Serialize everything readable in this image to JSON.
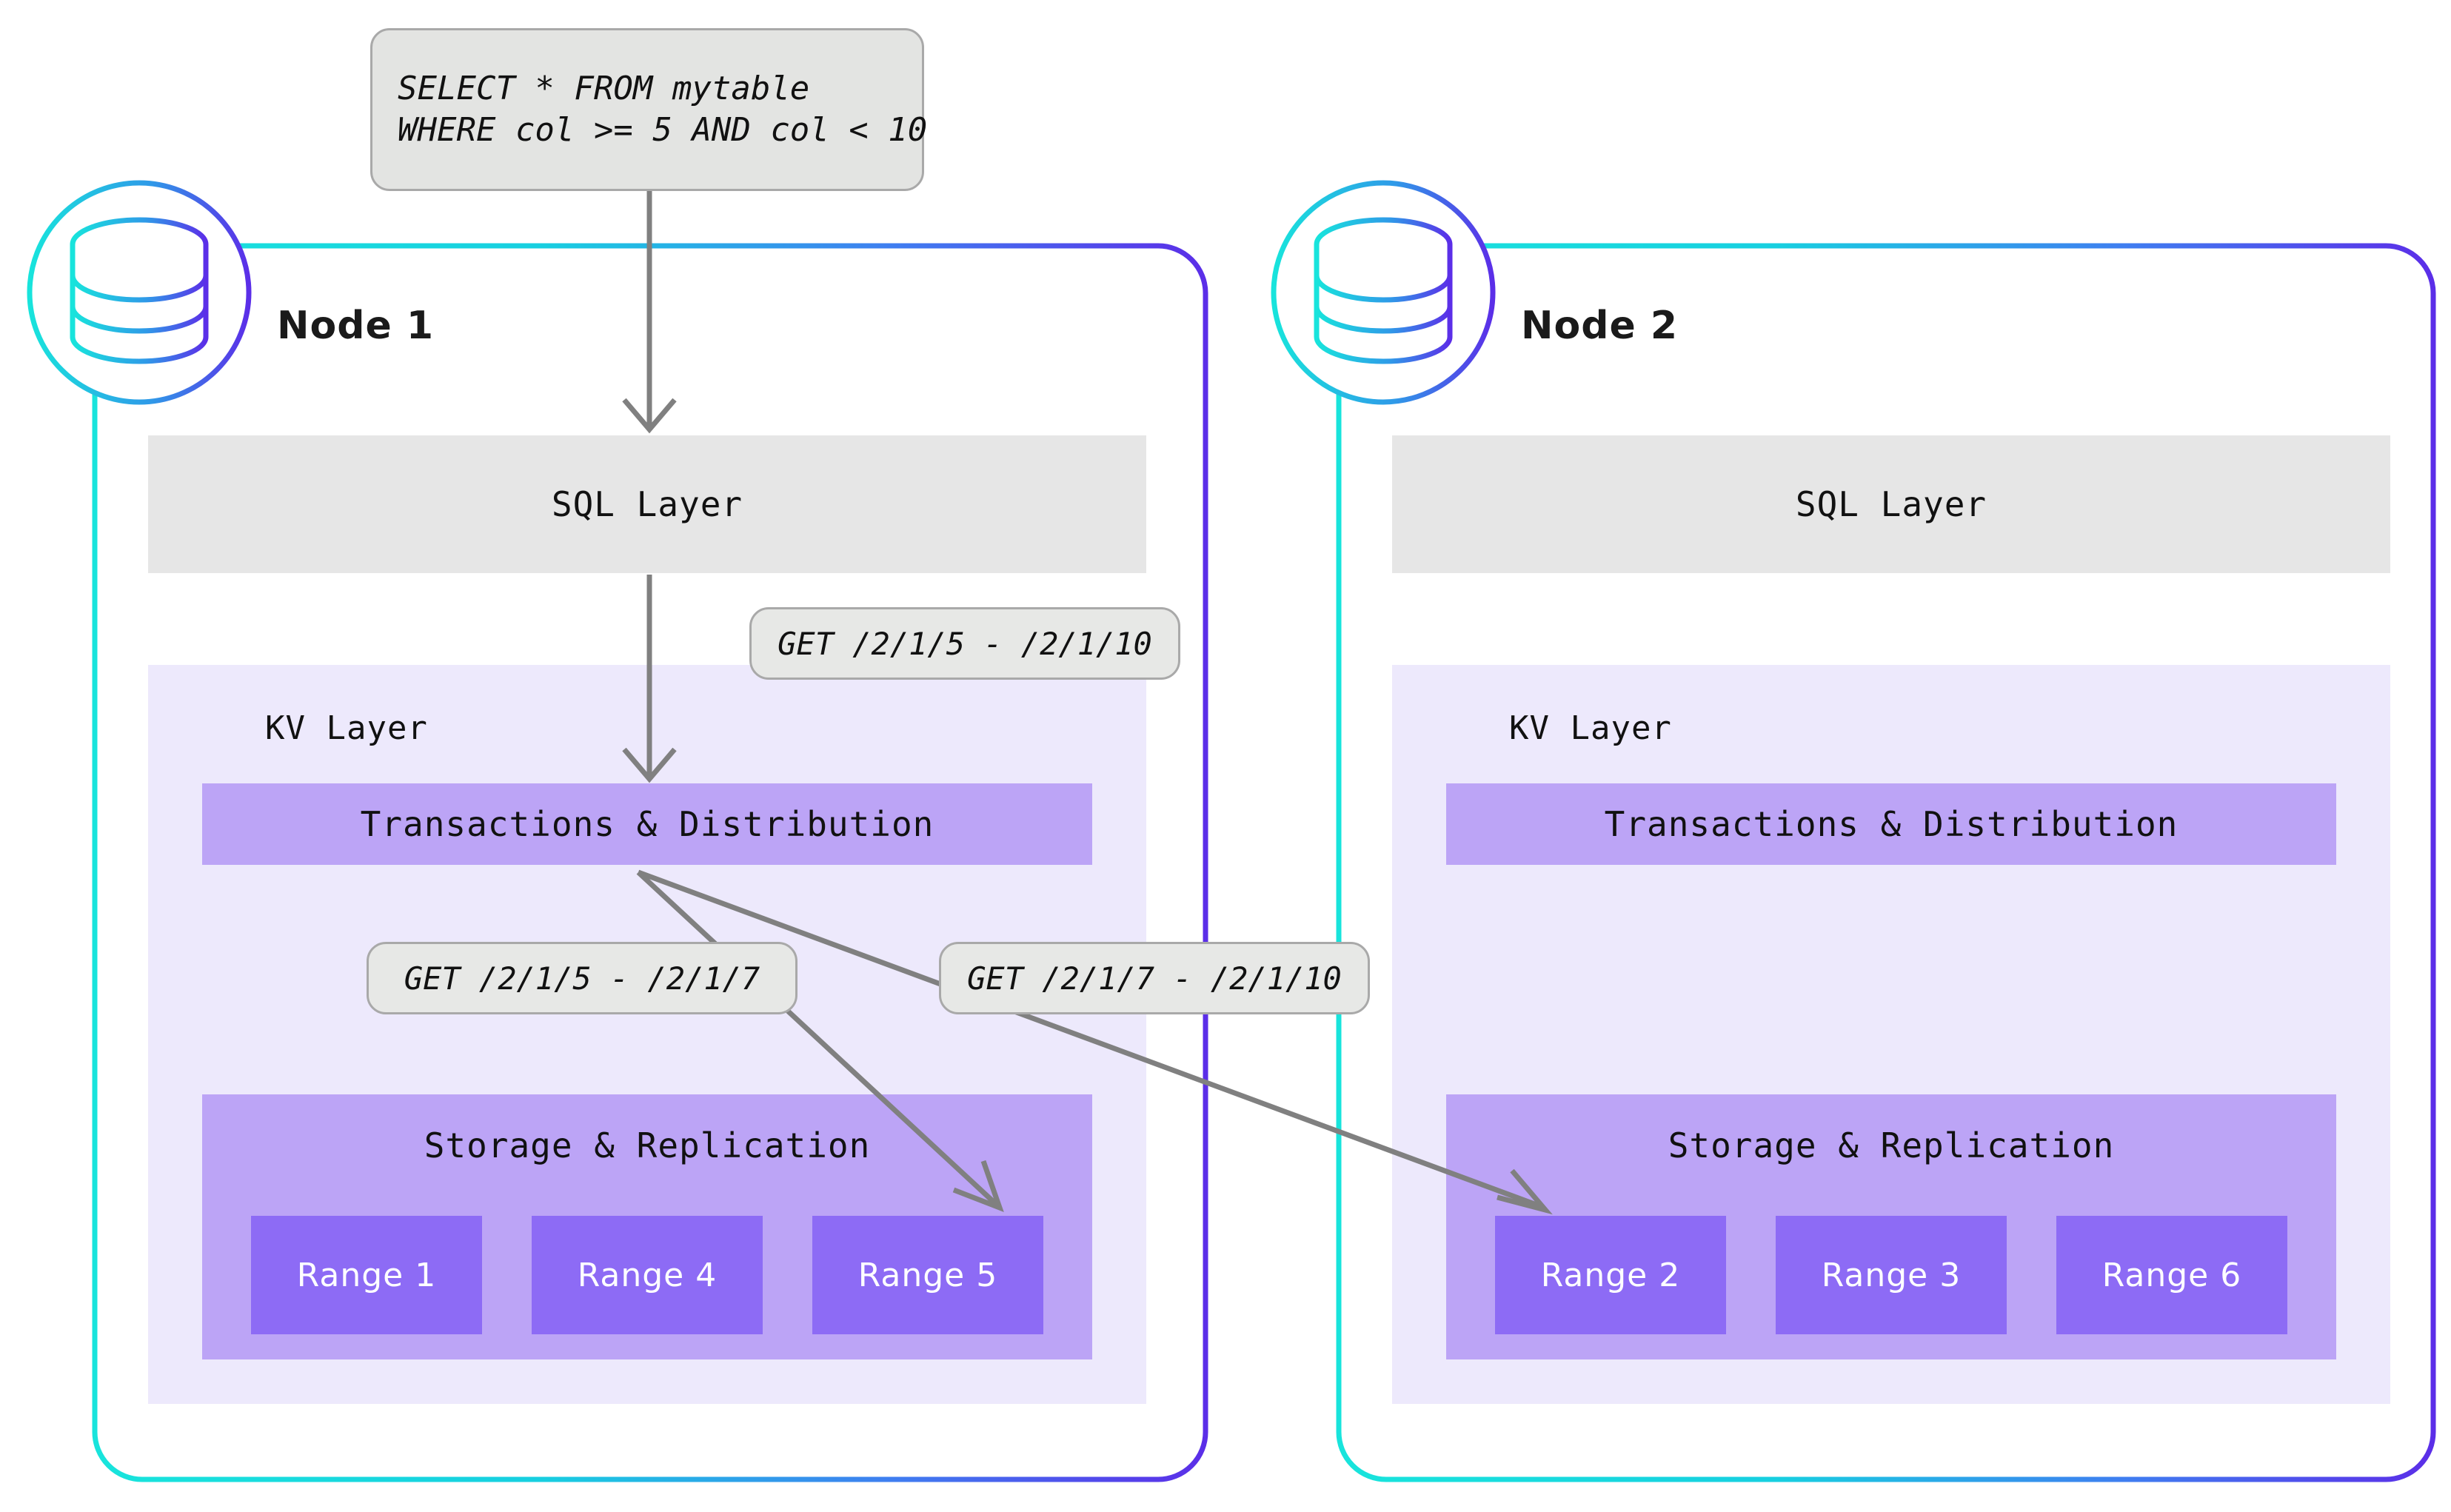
{
  "diagram": {
    "title": "CockroachDB distributed SQL request routing across two nodes",
    "colors": {
      "border_cyan": "#18e4dc",
      "border_purple": "#5b2ee8",
      "sql_layer_bg": "#e6e6e6",
      "kv_panel_bg": "#ede9fc",
      "txn_bg": "#bca4f6",
      "storage_bg": "#bca4f6",
      "range_bg": "#8d6bf5",
      "arrow_gray": "#808080",
      "pill_bg": "#e7e8e6",
      "pill_border": "#a9a9a9"
    }
  },
  "query": {
    "line1": "SELECT * FROM mytable",
    "line2": "WHERE col >= 5 AND col < 10"
  },
  "callouts": {
    "sql_to_kv": "GET /2/1/5 - /2/1/10",
    "kv_to_local": "GET /2/1/5 - /2/1/7",
    "kv_to_remote": "GET /2/1/7 - /2/1/10"
  },
  "nodes": [
    {
      "id": "node-1",
      "title": "Node 1",
      "sql_layer_label": "SQL Layer",
      "kv_layer_label": "KV Layer",
      "txn_label": "Transactions & Distribution",
      "storage_label": "Storage & Replication",
      "ranges": [
        "Range 1",
        "Range 4",
        "Range 5"
      ]
    },
    {
      "id": "node-2",
      "title": "Node 2",
      "sql_layer_label": "SQL Layer",
      "kv_layer_label": "KV Layer",
      "txn_label": "Transactions & Distribution",
      "storage_label": "Storage & Replication",
      "ranges": [
        "Range 2",
        "Range 3",
        "Range 6"
      ]
    }
  ],
  "icons": {
    "database": "database-cylinder-icon"
  }
}
